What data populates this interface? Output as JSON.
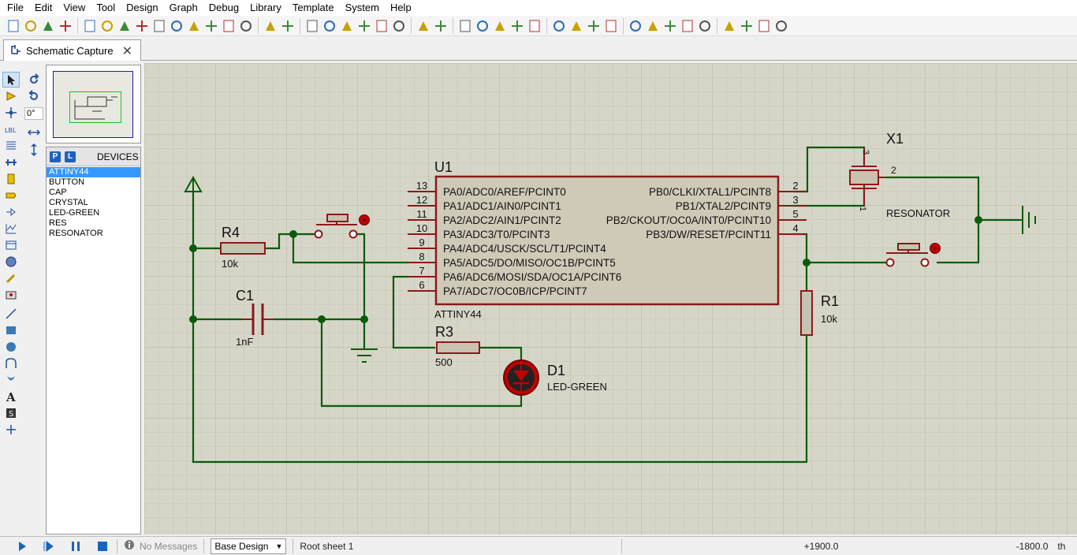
{
  "menu": [
    "File",
    "Edit",
    "View",
    "Tool",
    "Design",
    "Graph",
    "Debug",
    "Library",
    "Template",
    "System",
    "Help"
  ],
  "toolbar": {
    "icons": [
      "new-file-icon",
      "open-folder-icon",
      "save-icon",
      "import-icon",
      "home-icon",
      "component-icon",
      "chip-icon",
      "back-icon",
      "gear-icon",
      "bom-icon",
      "hierarchy-icon",
      "netlist-icon",
      "notes-icon",
      "help-icon",
      "refresh-icon",
      "grid-icon",
      "origin-icon",
      "pan-icon",
      "zoom-in-icon",
      "zoom-out-icon",
      "zoom-all-icon",
      "zoom-area-icon",
      "undo-icon",
      "redo-icon",
      "cut-icon",
      "copy-icon",
      "paste-icon",
      "block-copy-icon",
      "block-move-icon",
      "block-rotate-icon",
      "block-delete-icon",
      "pick-device-icon",
      "make-device-icon",
      "decompose-icon",
      "package-icon",
      "wire-autoroute-icon",
      "search-icon",
      "property-icon",
      "new-sheet-icon",
      "delete-sheet-icon",
      "sheet-nav-icon",
      "erc-icon"
    ]
  },
  "tab": {
    "label": "Schematic Capture"
  },
  "rotation": {
    "angle": "0°"
  },
  "devices": {
    "p_label": "P",
    "l_label": "L",
    "title": "DEVICES",
    "items": [
      "ATTINY44",
      "BUTTON",
      "CAP",
      "CRYSTAL",
      "LED-GREEN",
      "RES",
      "RESONATOR"
    ],
    "selected_index": 0
  },
  "schematic": {
    "u1": {
      "ref": "U1",
      "part": "ATTINY44",
      "left_pins": [
        {
          "num": "13",
          "name": "PA0/ADC0/AREF/PCINT0"
        },
        {
          "num": "12",
          "name": "PA1/ADC1/AIN0/PCINT1"
        },
        {
          "num": "11",
          "name": "PA2/ADC2/AIN1/PCINT2"
        },
        {
          "num": "10",
          "name": "PA3/ADC3/T0/PCINT3"
        },
        {
          "num": "9",
          "name": "PA4/ADC4/USCK/SCL/T1/PCINT4"
        },
        {
          "num": "8",
          "name": "PA5/ADC5/DO/MISO/OC1B/PCINT5"
        },
        {
          "num": "7",
          "name": "PA6/ADC6/MOSI/SDA/OC1A/PCINT6"
        },
        {
          "num": "6",
          "name": "PA7/ADC7/OC0B/ICP/PCINT7"
        }
      ],
      "right_pins": [
        {
          "num": "2",
          "name": "PB0/CLKI/XTAL1/PCINT8"
        },
        {
          "num": "3",
          "name": "PB1/XTAL2/PCINT9"
        },
        {
          "num": "5",
          "name": "PB2/CKOUT/OC0A/INT0/PCINT10"
        },
        {
          "num": "4",
          "name": "PB3/DW/RESET/PCINT11"
        }
      ]
    },
    "r4": {
      "ref": "R4",
      "value": "10k"
    },
    "c1": {
      "ref": "C1",
      "value": "1nF"
    },
    "r3": {
      "ref": "R3",
      "value": "500"
    },
    "d1": {
      "ref": "D1",
      "value": "LED-GREEN"
    },
    "x1": {
      "ref": "X1",
      "value": "RESONATOR",
      "pin1": "1",
      "pin2": "2",
      "pin3": "3"
    },
    "r1": {
      "ref": "R1",
      "value": "10k"
    }
  },
  "status": {
    "no_messages": "No Messages",
    "design": "Base Design",
    "sheet": "Root sheet 1",
    "coord_x": "+1900.0",
    "coord_y": "-1800.0",
    "units": "th"
  },
  "colors": {
    "sheet_bg": "#d6d6c8",
    "wire": "#0b5a0b",
    "component": "#8b1a1a",
    "chip_fill": "#cfcab8",
    "selection": "#3399ff"
  }
}
